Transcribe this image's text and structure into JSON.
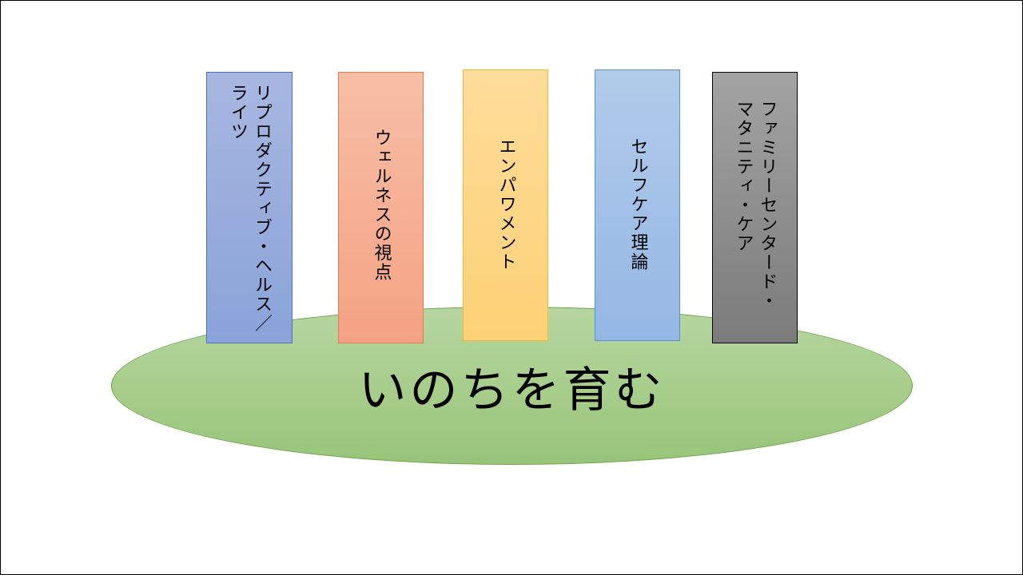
{
  "base": {
    "label": "いのちを育む"
  },
  "pillars": [
    {
      "label": "リプロダクティブ・ヘルス／\nライツ",
      "color": "#8aa3d9"
    },
    {
      "label": "ウェルネスの視点",
      "color": "#f4a283"
    },
    {
      "label": "エンパワメント",
      "color": "#fdd176"
    },
    {
      "label": "セルフケア理論",
      "color": "#94b7e4"
    },
    {
      "label": "ファミリーセンタード・\nマタニティ・ケア",
      "color": "#7b7b7b"
    }
  ]
}
